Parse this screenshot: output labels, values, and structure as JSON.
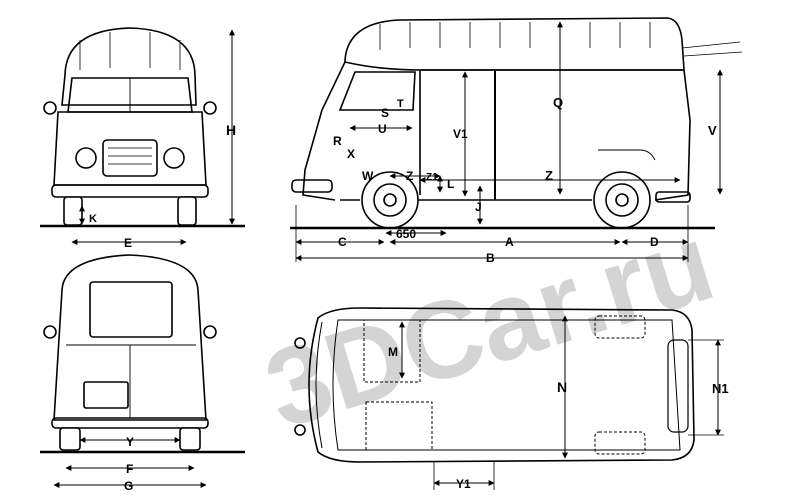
{
  "watermark": {
    "text": "3DCar.ru"
  },
  "front_view": {
    "labels": {
      "height": "H",
      "ground_clearance": "K",
      "track": "E"
    }
  },
  "side_view": {
    "labels": {
      "roof": "Q",
      "inner_height": "V",
      "inner_height_1": "V1",
      "s": "S",
      "t": "T",
      "u": "U",
      "r": "R",
      "x": "X",
      "w": "W",
      "z": "Z",
      "z1": "Z1",
      "z_long": "Z",
      "l": "L",
      "j": "J",
      "front_overhang": "C",
      "dim_650": "650",
      "wheelbase": "A",
      "rear_overhang": "D",
      "length": "B"
    }
  },
  "rear_view": {
    "labels": {
      "y": "Y",
      "f": "F",
      "g": "G"
    }
  },
  "top_view": {
    "labels": {
      "m": "M",
      "n": "N",
      "n1": "N1",
      "y1": "Y1"
    }
  }
}
